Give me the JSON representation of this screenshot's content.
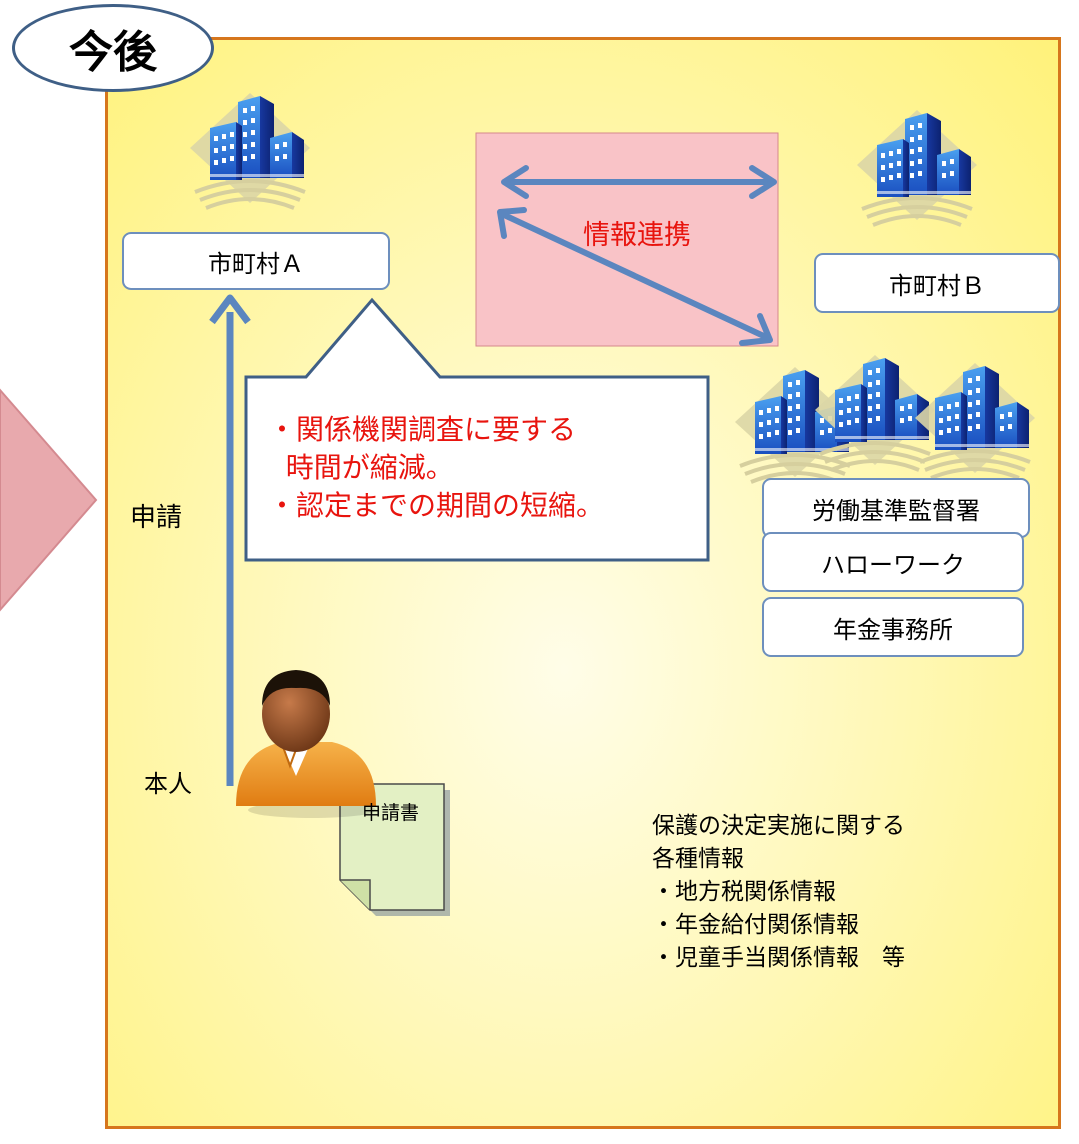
{
  "title": "今後",
  "municipality_a": "市町村Ａ",
  "municipality_b": "市町村Ｂ",
  "info_link_label": "情報連携",
  "callout_lines": [
    "・関係機関調査に要する",
    "  時間が縮減。",
    "・認定までの期間の短縮。"
  ],
  "agencies": [
    "労働基準監督署",
    "ハローワーク",
    "年金事務所"
  ],
  "application_label": "申請",
  "application_form_label": "申請書",
  "person_label": "本人",
  "info_list": [
    "保護の決定実施に関する",
    "各種情報",
    "・地方税関係情報",
    "・年金給付関係情報",
    "・児童手当関係情報　等"
  ],
  "colors": {
    "panel_border": "#d6761c",
    "panel_fill": "#fff27a",
    "highlight_text": "#e8140e",
    "arrow": "#5b86bf",
    "box_border": "#6d8fbd",
    "info_fill": "#f9b8bd",
    "form_fill": "#e3f0c4"
  },
  "icons": [
    "office-building-icon",
    "person-icon",
    "document-icon",
    "arrow-icon"
  ]
}
